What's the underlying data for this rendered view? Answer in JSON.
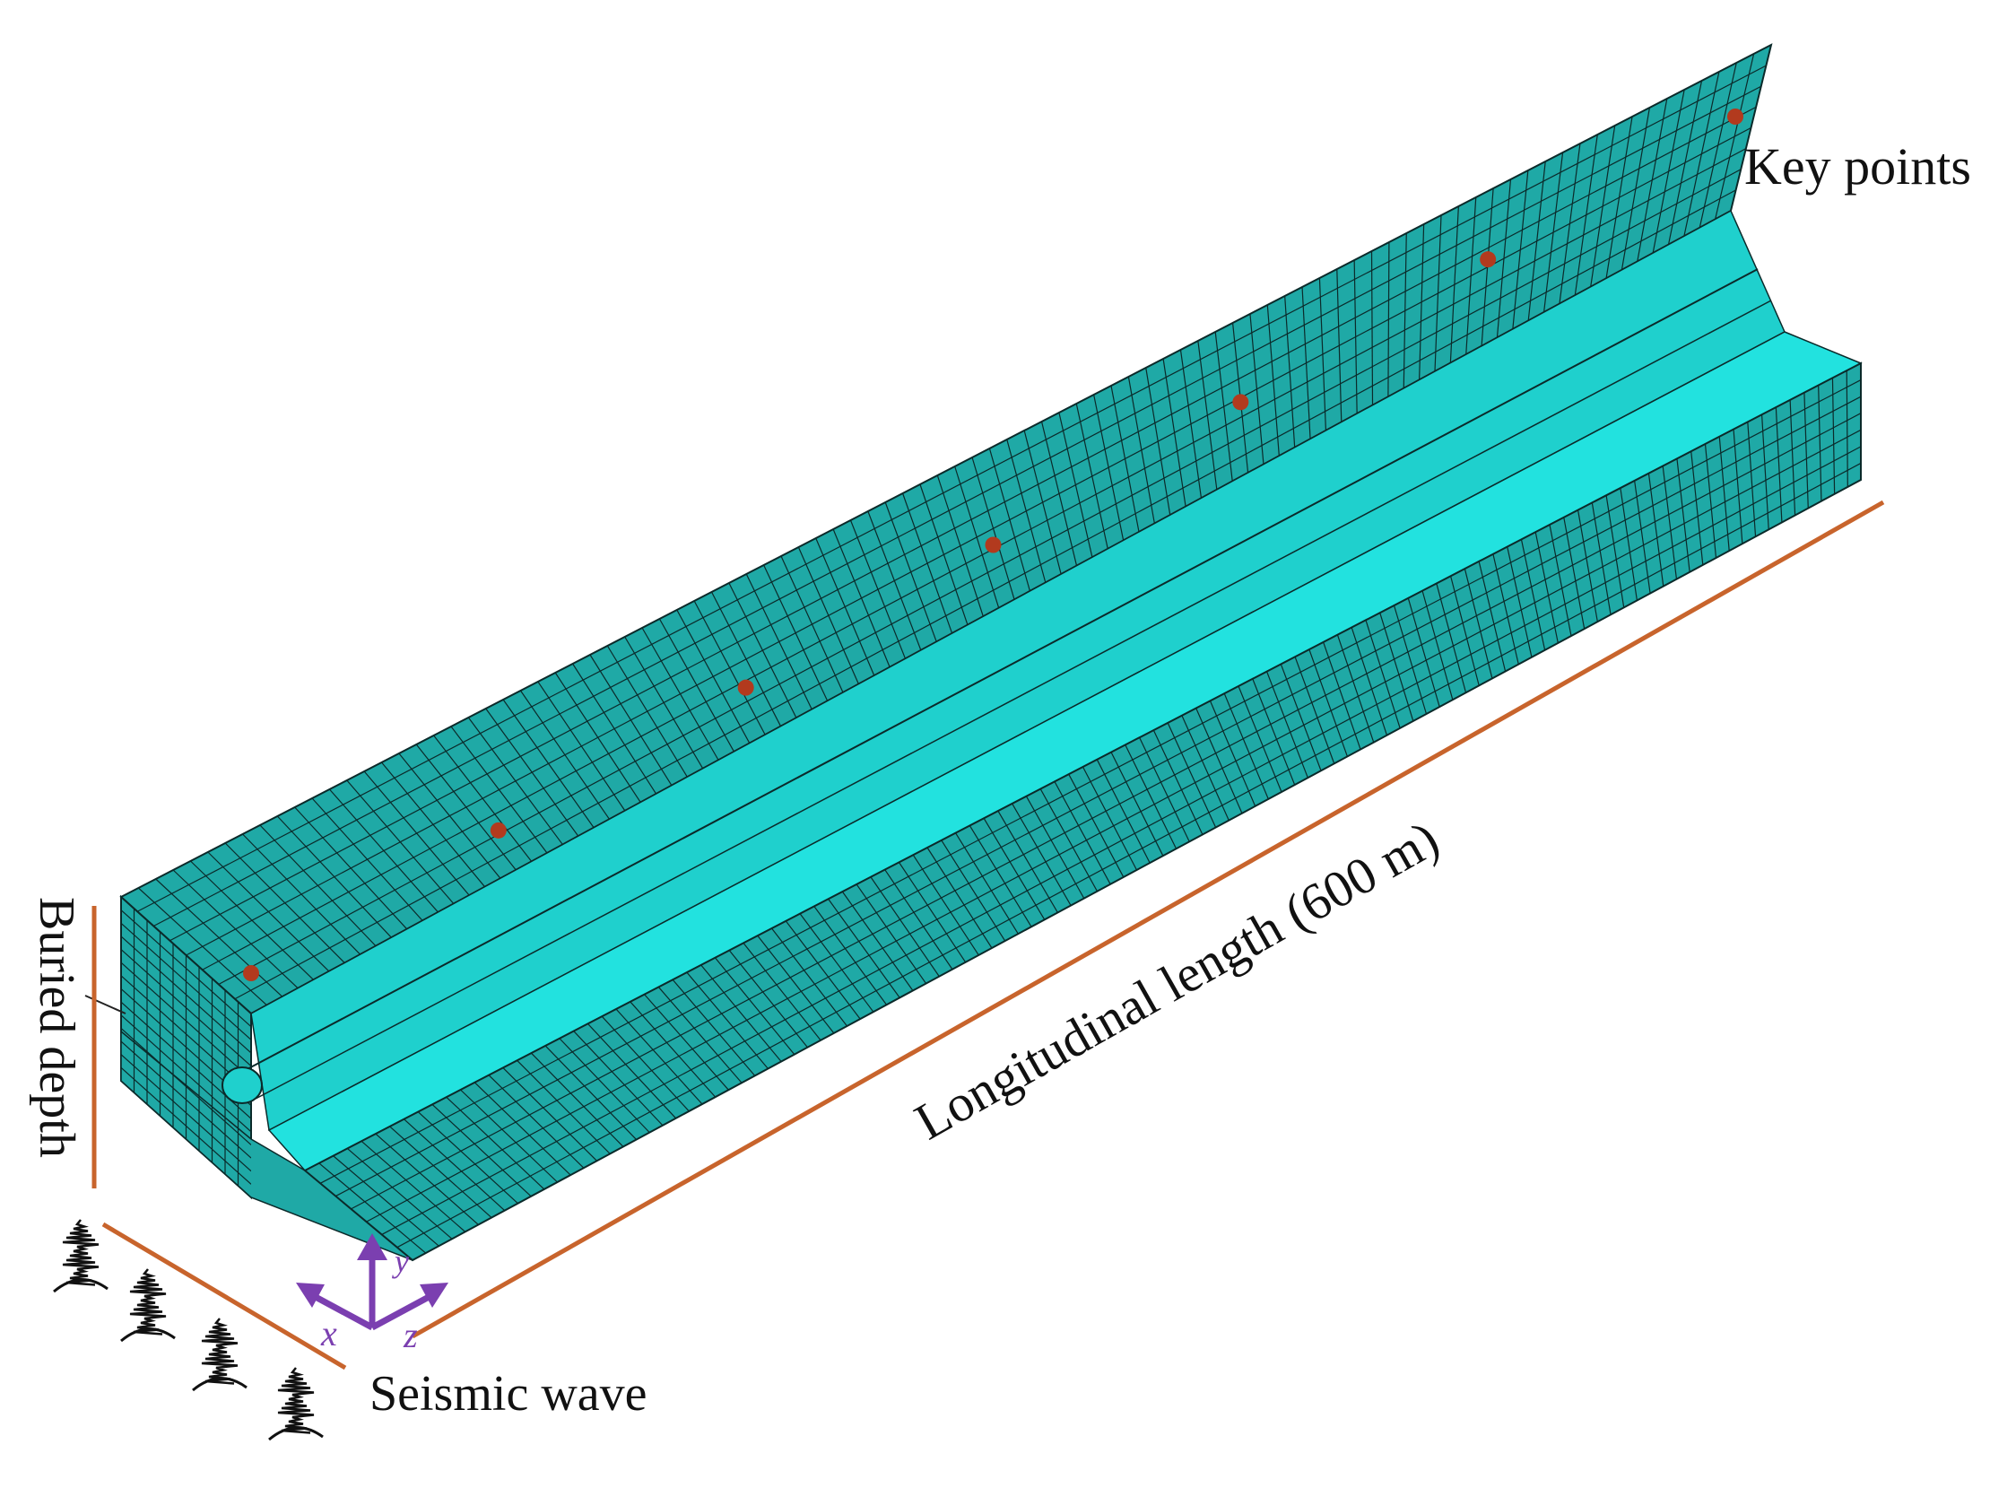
{
  "labels": {
    "key_points": "Key points",
    "buried_depth": "Buried depth",
    "longitudinal_length": "Longitudinal length (600 m)",
    "seismic_wave": "Seismic wave"
  },
  "axes": {
    "x": "x",
    "y": "y",
    "z": "z"
  },
  "key_point_count": 7,
  "colors": {
    "mesh": "#1fa9a6",
    "mesh_dark": "#138a86",
    "tunnel": "#1de3e0",
    "grid_line": "#0b2a2a",
    "key_point": "#b23a1e",
    "dimension_line": "#c8642c",
    "axis": "#7b3fb0"
  }
}
